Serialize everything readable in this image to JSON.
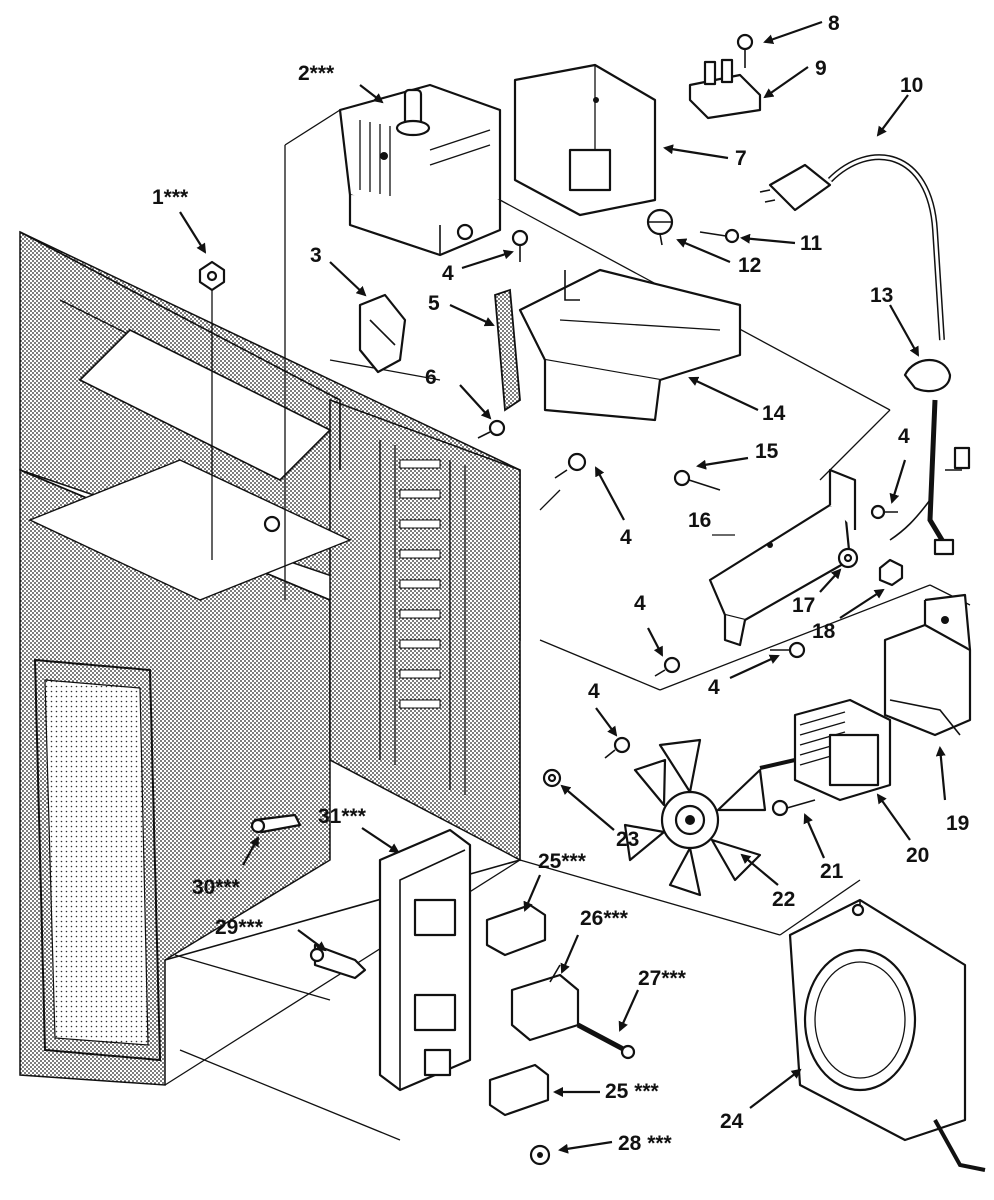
{
  "diagram": {
    "callouts": [
      {
        "id": "c1",
        "text": "1***"
      },
      {
        "id": "c2",
        "text": "2***"
      },
      {
        "id": "c3",
        "text": "3"
      },
      {
        "id": "c4a",
        "text": "4"
      },
      {
        "id": "c5",
        "text": "5"
      },
      {
        "id": "c6",
        "text": "6"
      },
      {
        "id": "c7",
        "text": "7"
      },
      {
        "id": "c8",
        "text": "8"
      },
      {
        "id": "c9",
        "text": "9"
      },
      {
        "id": "c10",
        "text": "10"
      },
      {
        "id": "c11",
        "text": "11"
      },
      {
        "id": "c12",
        "text": "12"
      },
      {
        "id": "c13",
        "text": "13"
      },
      {
        "id": "c14",
        "text": "14"
      },
      {
        "id": "c15",
        "text": "15"
      },
      {
        "id": "c4b",
        "text": "4"
      },
      {
        "id": "c16",
        "text": "16"
      },
      {
        "id": "c4c",
        "text": "4"
      },
      {
        "id": "c17",
        "text": "17"
      },
      {
        "id": "c18",
        "text": "18"
      },
      {
        "id": "c4d",
        "text": "4"
      },
      {
        "id": "c4e",
        "text": "4"
      },
      {
        "id": "c19",
        "text": "19"
      },
      {
        "id": "c4f",
        "text": "4"
      },
      {
        "id": "c20",
        "text": "20"
      },
      {
        "id": "c21",
        "text": "21"
      },
      {
        "id": "c22",
        "text": "22"
      },
      {
        "id": "c23",
        "text": "23"
      },
      {
        "id": "c24",
        "text": "24"
      },
      {
        "id": "c25a",
        "text": "25***"
      },
      {
        "id": "c25b",
        "text": "25 ***"
      },
      {
        "id": "c26",
        "text": "26***"
      },
      {
        "id": "c27",
        "text": "27***"
      },
      {
        "id": "c28",
        "text": "28 ***"
      },
      {
        "id": "c29",
        "text": "29***"
      },
      {
        "id": "c30",
        "text": "30***"
      },
      {
        "id": "c31",
        "text": "31***"
      }
    ]
  }
}
